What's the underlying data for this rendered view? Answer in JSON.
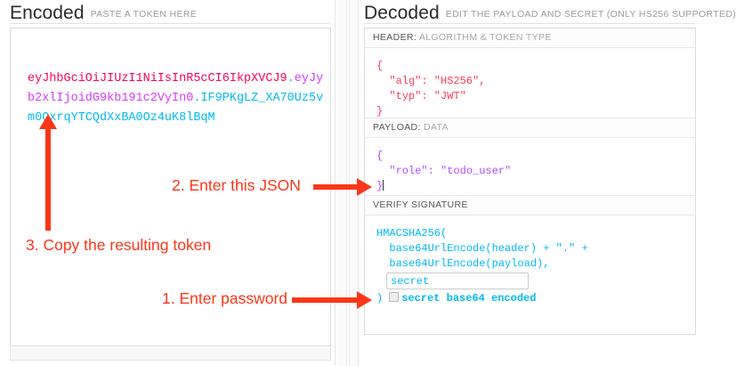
{
  "columns": {
    "encoded": {
      "title": "Encoded",
      "subtitle": "PASTE A TOKEN HERE"
    },
    "decoded": {
      "title": "Decoded",
      "subtitle": "EDIT THE PAYLOAD AND SECRET (ONLY HS256 SUPPORTED)"
    }
  },
  "token": {
    "header_part": "eyJhbGciOiJIUzI1NiIsInR5cCI6IkpXVCJ9",
    "separator": ".",
    "payload_part": "eyJyb2xlIjoidG9kb191c2VyIn0",
    "signature_part": "IF9PKgLZ_XA70Uz5vm0OxrqYTCQdXxBA0Oz4uK8lBqM"
  },
  "sections": {
    "header": {
      "label_strong": "HEADER:",
      "label_light": "ALGORITHM & TOKEN TYPE",
      "open_brace": "{",
      "line_alg": "  \"alg\": \"HS256\",",
      "line_typ": "  \"typ\": \"JWT\"",
      "close_brace": "}"
    },
    "payload": {
      "label_strong": "PAYLOAD:",
      "label_light": "DATA",
      "open_brace": "{",
      "line_role": "  \"role\": \"todo_user\"",
      "close_brace": "}"
    },
    "signature": {
      "label_strong": "VERIFY SIGNATURE",
      "label_light": "",
      "line1": "HMACSHA256(",
      "line2": "  base64UrlEncode(header) + \".\" +",
      "line3": "  base64UrlEncode(payload),",
      "secret_value": "secret",
      "secret_placeholder": "secret",
      "close_paren": ")",
      "checkbox_label": "secret base64 encoded",
      "checkbox_checked": false
    }
  },
  "annotations": [
    {
      "id": "step-2",
      "text": "2. Enter this JSON"
    },
    {
      "id": "step-3",
      "text": "3. Copy the resulting token"
    },
    {
      "id": "step-1",
      "text": "1. Enter password"
    }
  ],
  "colors": {
    "annotation_red": "#fa3719",
    "token_header": "#fb015b",
    "token_payload": "#d63aff",
    "token_signature": "#00b9f1",
    "json_red": "#fb3b5c",
    "json_purple": "#b14aff",
    "json_blue": "#00b9f1"
  }
}
